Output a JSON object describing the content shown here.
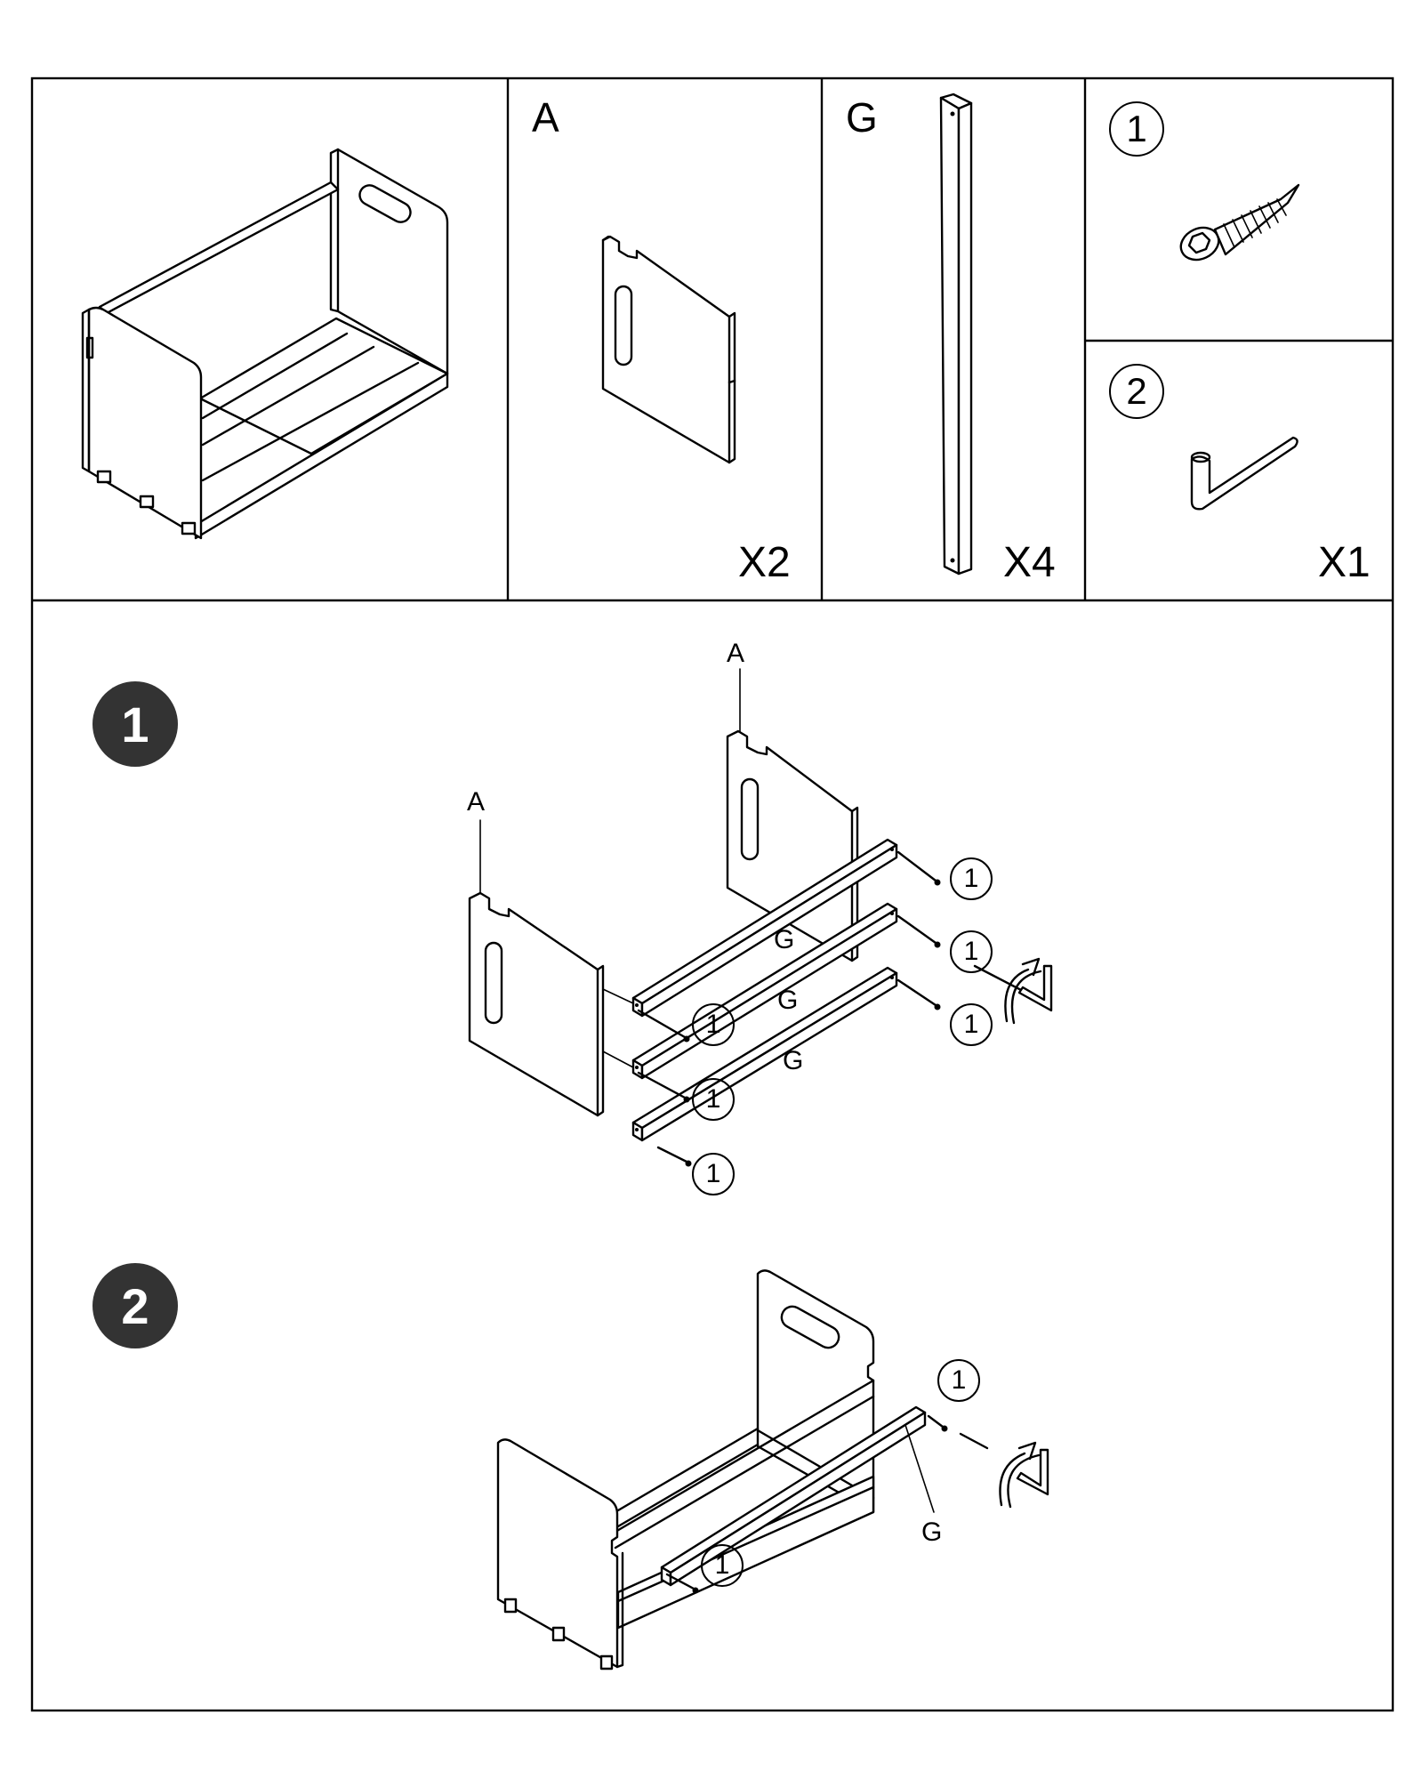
{
  "parts": {
    "panel": {
      "letter": "A",
      "qty": "X2"
    },
    "rail": {
      "letter": "G",
      "qty": "X4"
    },
    "screw": {
      "number": "1"
    },
    "wrench": {
      "number": "2",
      "qty": "X1"
    }
  },
  "steps": [
    {
      "number": "1",
      "labels": {
        "panel_a1": "A",
        "panel_a2": "A",
        "rail_g1": "G",
        "rail_g2": "G",
        "rail_g3": "G"
      },
      "screw_callouts": [
        "1",
        "1",
        "1",
        "1",
        "1",
        "1"
      ]
    },
    {
      "number": "2",
      "labels": {
        "rail_g": "G"
      },
      "screw_callouts": [
        "1",
        "1"
      ]
    }
  ]
}
